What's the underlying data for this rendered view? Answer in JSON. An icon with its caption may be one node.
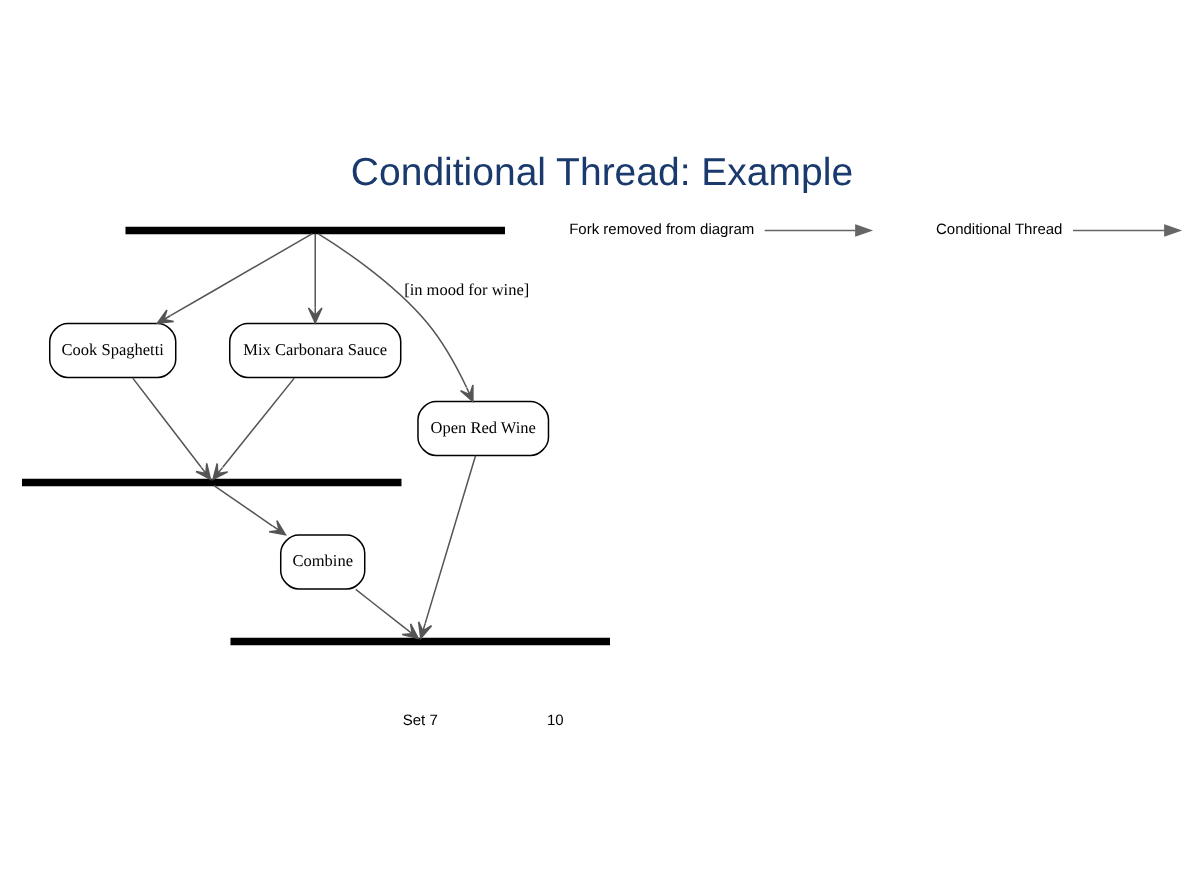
{
  "diagram": {
    "title": "Conditional Thread: Example",
    "nodes": [
      {
        "text": [],
        "shape": "bar"
      },
      {
        "text": [
          "Cook Spaghetti"
        ]
      },
      {
        "text": [
          "Mix Carbonara Sauce"
        ]
      },
      {
        "text": [
          "Fork removed from diagram"
        ]
      },
      {
        "text": [
          "Conditional Thread"
        ]
      },
      {
        "text": [
          "Open Red Wine"
        ]
      },
      {
        "text": [],
        "shape": "bar"
      },
      {
        "text": [
          "Combine"
        ]
      },
      {
        "text": [],
        "shape": "bar"
      }
    ],
    "edges": [
      {
        "from": 0,
        "to": 1,
        "arrow": "to"
      },
      {
        "from": 0,
        "to": 2,
        "arrow": "to"
      },
      {
        "from": 0,
        "to": 5,
        "arrow": "to",
        "label": "[in mood for wine]"
      },
      {
        "from": 1,
        "to": 6,
        "arrow": "to"
      },
      {
        "from": 2,
        "to": 6,
        "arrow": "to"
      },
      {
        "from": 6,
        "to": 7,
        "arrow": "to"
      },
      {
        "from": 7,
        "to": 8,
        "arrow": "to"
      },
      {
        "from": 5,
        "to": 8,
        "arrow": "to"
      },
      {
        "from": 3,
        "to": null,
        "arrow": "to"
      },
      {
        "from": 4,
        "to": null,
        "arrow": "to"
      }
    ],
    "labels": [
      "Set 7",
      "10"
    ]
  }
}
